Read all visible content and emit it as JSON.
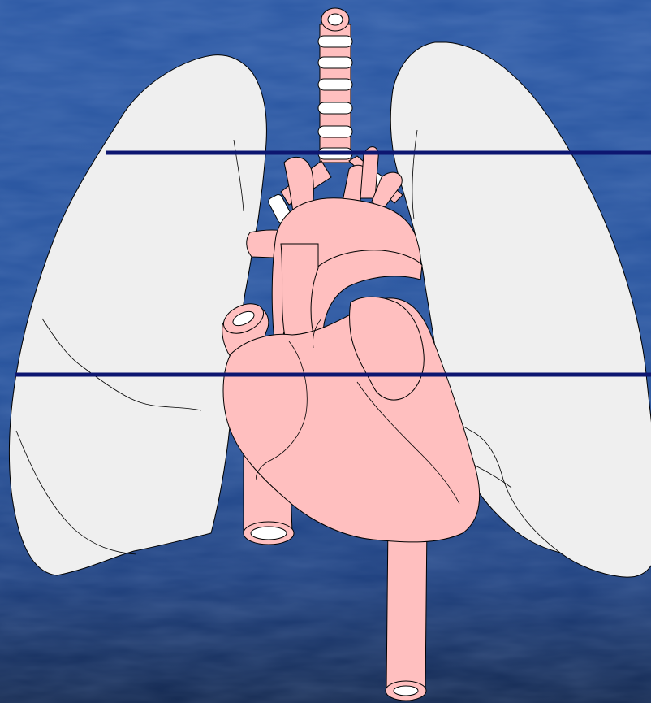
{
  "diagram": {
    "subject": "heart-and-lungs",
    "colors": {
      "background": "#24509a",
      "lung_fill": "#efefef",
      "heart_fill": "#ffbfbf",
      "cartilage_fill": "#ffffff",
      "outline": "#000000",
      "level_line": "#0d1670"
    },
    "level_lines": [
      {
        "id": "upper-level-line"
      },
      {
        "id": "lower-level-line"
      }
    ]
  }
}
